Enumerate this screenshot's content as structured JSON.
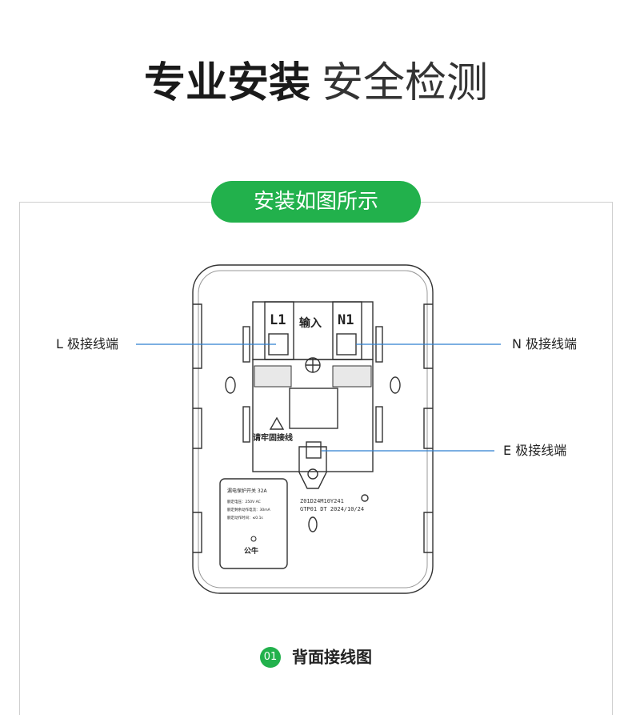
{
  "header": {
    "title_bold": "专业安装",
    "title_light": "安全检测"
  },
  "badge": {
    "label": "安装如图所示"
  },
  "annotations": {
    "l_terminal": "L 极接线端",
    "n_terminal": "N 极接线端",
    "e_terminal": "E 极接线端"
  },
  "device": {
    "terminal_l": "L1",
    "terminal_input": "输入",
    "terminal_n": "N1",
    "warning_text": "请牢固接线",
    "rating_title": "漏电保护开关 32A",
    "rating_line1": "额定电压：250V AC",
    "rating_line2": "额定剩余动作电流：30mA",
    "rating_line3": "额定动作时间：≤0.1s",
    "brand": "公牛",
    "serial": "Z01D24M10Y241",
    "batch": "GTP01  DT  2024/10/24"
  },
  "caption": {
    "number": "01",
    "text": "背面接线图"
  },
  "colors": {
    "accent": "#22b14c",
    "leader_line": "#2f7fd0",
    "outline": "#333333"
  }
}
